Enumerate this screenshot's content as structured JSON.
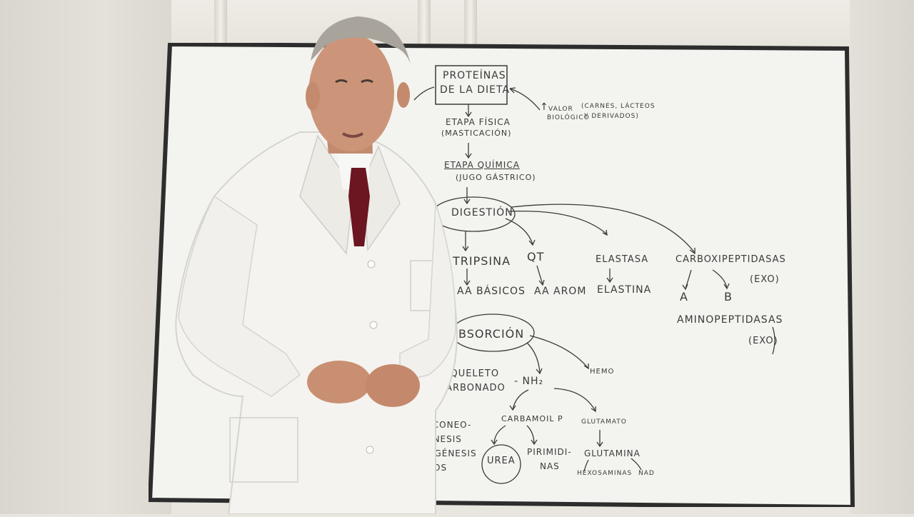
{
  "board": {
    "title_line1": "PROTEÍNAS",
    "title_line2": "DE LA DIETA",
    "valor_arrow": "↑",
    "valor_line1": "VALOR",
    "valor_line2": "BIOLÓGICO",
    "carnes_line1": "(CARNES, LÁCTEOS",
    "carnes_line2": "Y DERIVADOS)",
    "etapa_fisica": "ETAPA FÍSICA",
    "masticacion": "(MASTICACIÓN)",
    "etapa_quimica": "ETAPA QUÍMICA",
    "jugo_gastrico": "(JUGO GÁSTRICO)",
    "digestion": "DIGESTIÓN",
    "tripsina": "TRIPSINA",
    "qt": "QT",
    "elastasa": "ELASTASA",
    "carboxipeptidasas": "CARBOXIPEPTIDASAS",
    "aa_basicos": "AA BÁSICOS",
    "aa_arom": "AA AROM",
    "elastina": "ELASTINA",
    "exo_1": "(EXO)",
    "a": "A",
    "b": "B",
    "aminopeptidasas": "AMINOPEPTIDASAS",
    "exo_2": "(EXO)",
    "absorcion": "BSORCIÓN",
    "hemo": "HEMO",
    "esqueleto": "ESQUELETO",
    "carbonado": "CARBONADO",
    "nh2": "- NH₂",
    "carbamoil": "CARBAMOIL P",
    "glutamato": "GLUTAMATO",
    "gluconeo": "UCONEO-",
    "genesis": "ÉNESIS",
    "ogenesis": "OGÉNESIS",
    "bos": "BOS",
    "urea": "UREA",
    "pirimidi": "PIRIMIDI-",
    "nas": "NAS",
    "glutamina": "GLUTAMINA",
    "hexosaminas": "HEXOSAMINAS",
    "nad": "NAD"
  },
  "colors": {
    "board": "#f3f4ef",
    "frame": "#2d2d2d",
    "marker": "#3a3a3a",
    "coat": "#f4f3ef",
    "tie": "#6b1620"
  }
}
